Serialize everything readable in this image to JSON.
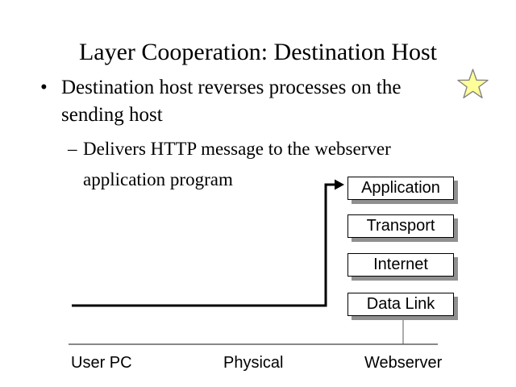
{
  "slide": {
    "title": "Layer Cooperation: Destination Host",
    "bullet": {
      "marker": "•",
      "text": "Destination host reverses processes on the sending host"
    },
    "sub_bullet": {
      "marker": "–",
      "text": "Delivers HTTP message to the webserver application program"
    },
    "star_icon": {
      "fill": "#FFFF99",
      "stroke": "#808080"
    }
  },
  "diagram": {
    "layers": [
      "Application",
      "Transport",
      "Internet",
      "Data Link"
    ],
    "bottom_labels": [
      "User PC",
      "Physical",
      "Webserver"
    ],
    "colors": {
      "box_fill": "#FFFFFF",
      "box_border": "#000000",
      "box_shadow": "#909090",
      "arrow": "#000000",
      "baseline": "#404040",
      "connector": "#808080"
    }
  }
}
